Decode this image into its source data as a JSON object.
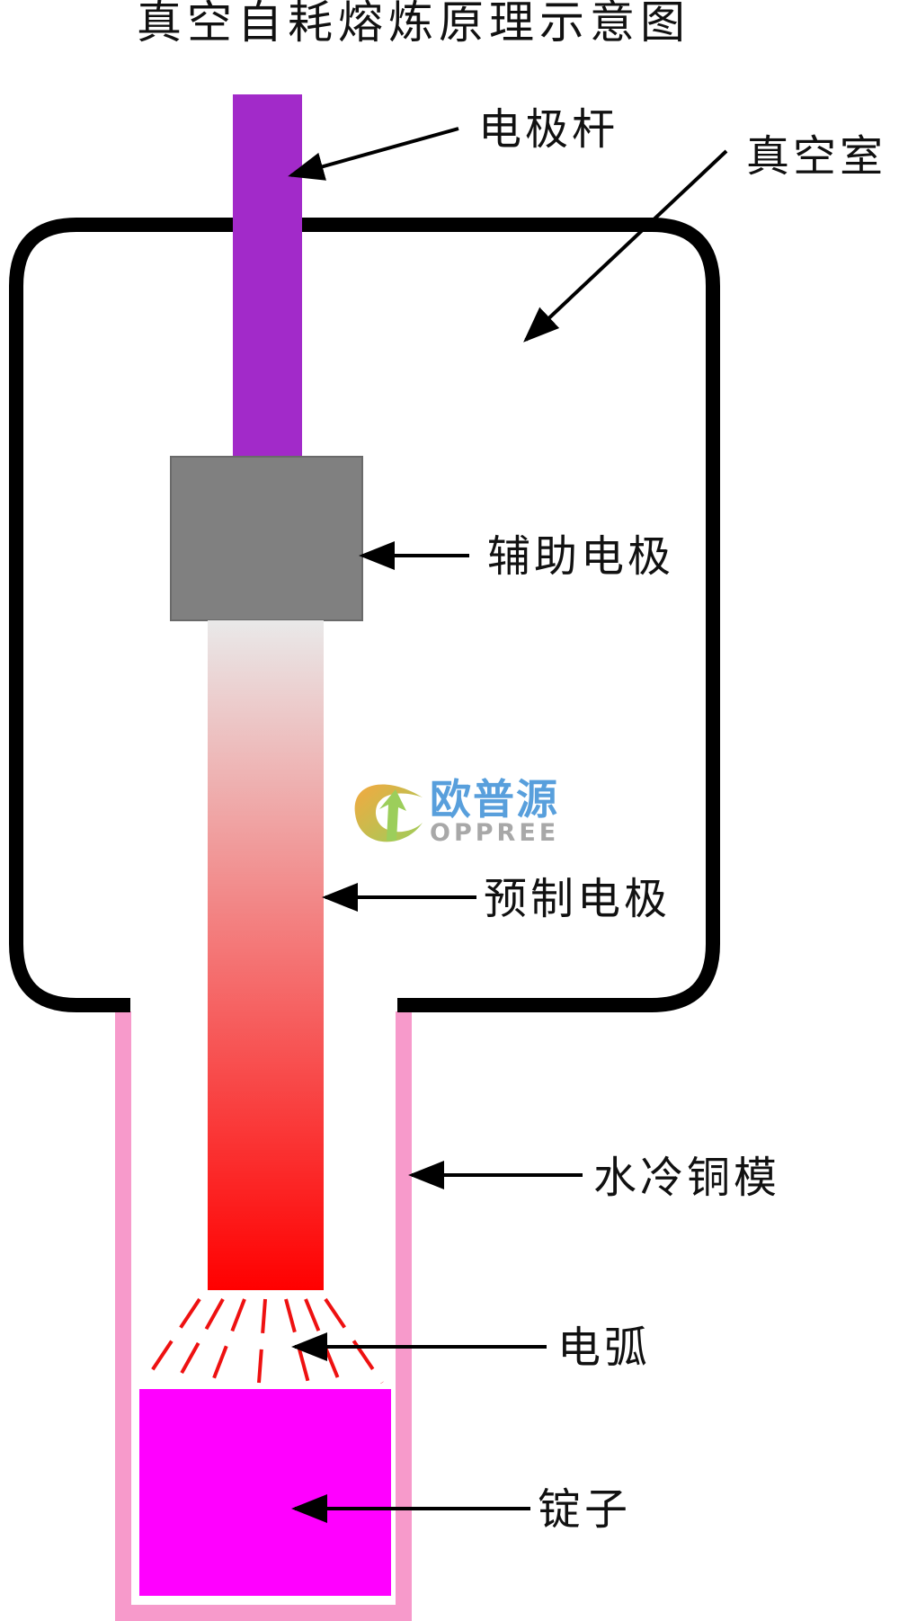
{
  "title": "真空自耗熔炼原理示意图",
  "labels": {
    "electrode_rod": "电极杆",
    "vacuum_chamber": "真空室",
    "auxiliary_electrode": "辅助电极",
    "prefab_electrode": "预制电极",
    "water_cooled_copper_mold": "水冷铜模",
    "arc": "电弧",
    "ingot": "锭子"
  },
  "watermark": {
    "chinese": "欧普源",
    "english": "OPPREE"
  },
  "colors": {
    "electrode_rod": "#a22ac9",
    "auxiliary_electrode": "#808080",
    "prefab_top": "#e9e9e9",
    "prefab_bottom": "#ff0000",
    "chamber_outline": "#000000",
    "copper_mold": "#f79acb",
    "ingot": "#ff00ff",
    "arc": "#ee1111",
    "logo_blue": "#3b8fd6",
    "logo_green": "#8bc63f",
    "logo_orange": "#f39a1f",
    "logo_gray": "#9a9a9a"
  }
}
